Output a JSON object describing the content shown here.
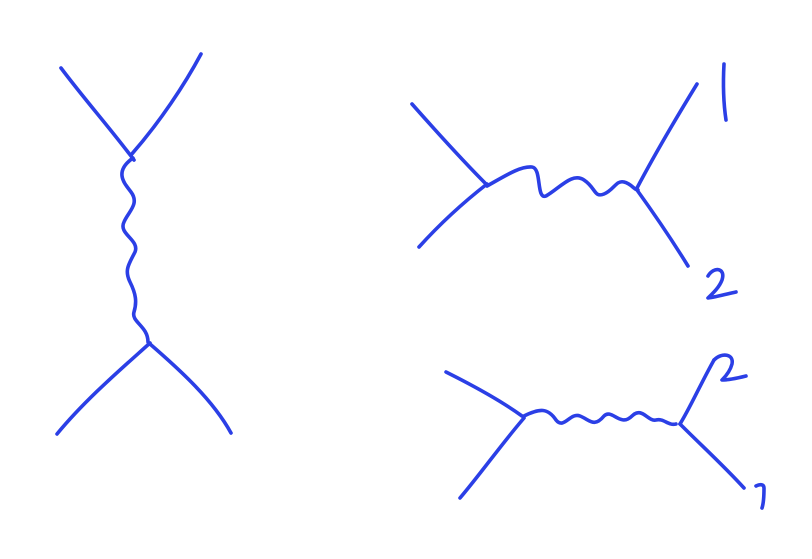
{
  "ink_color": "#2b3fe6",
  "background_color": "#ffffff",
  "diagrams": [
    {
      "name": "t-channel-exchange",
      "labels": []
    },
    {
      "name": "s-channel-upper",
      "labels": [
        "1",
        "2"
      ]
    },
    {
      "name": "s-channel-lower",
      "labels": [
        "2",
        "1"
      ]
    }
  ]
}
